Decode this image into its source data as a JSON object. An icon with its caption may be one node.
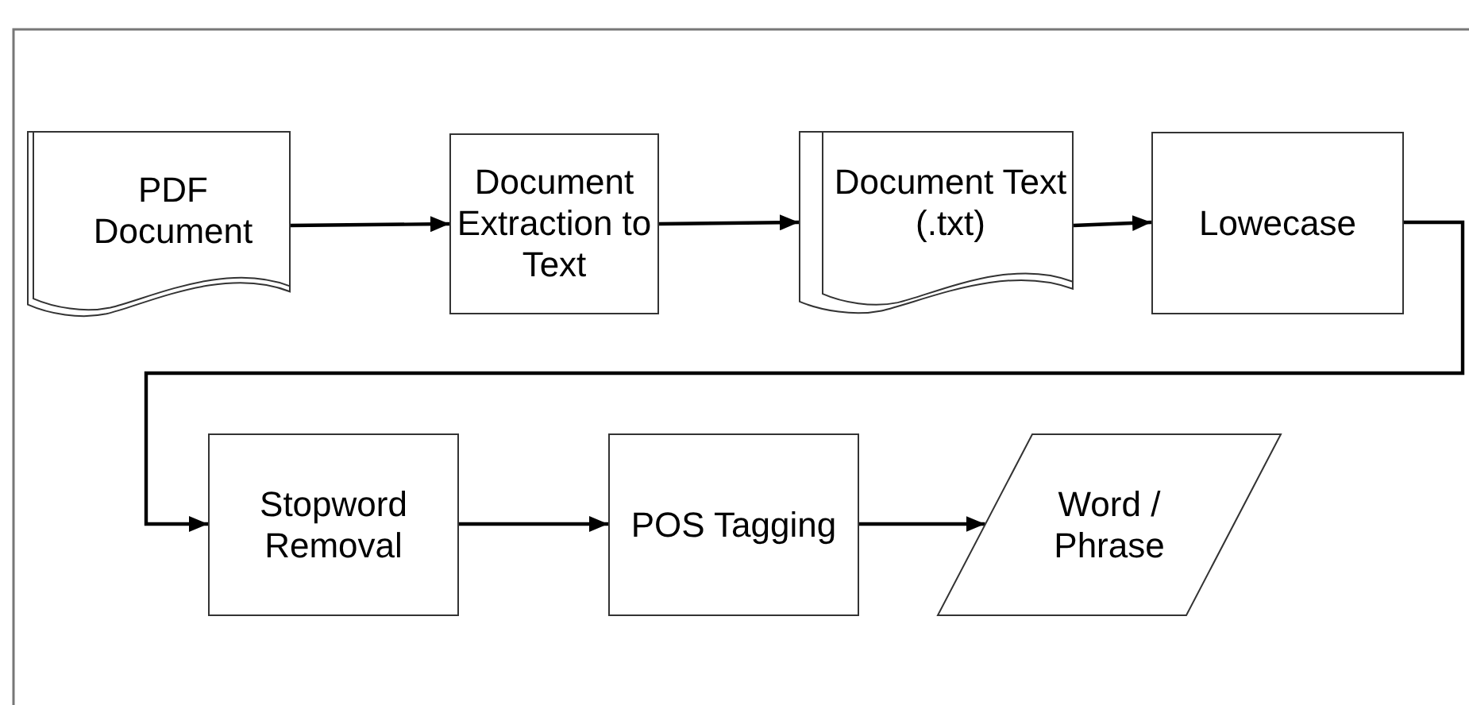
{
  "diagram": {
    "nodes": [
      {
        "text": [
          "PDF Document"
        ]
      },
      {
        "text": [
          "Document Extraction to Text"
        ]
      },
      {
        "text": [
          "Document Text (.txt)"
        ]
      },
      {
        "text": [
          "Lowecase"
        ]
      },
      {
        "text": [
          "Stopword Removal"
        ]
      },
      {
        "text": [
          "POS Tagging"
        ]
      },
      {
        "text": [
          "Word / Phrase"
        ]
      }
    ],
    "edges": [
      {
        "from": 0,
        "to": 1,
        "arrow": "to"
      },
      {
        "from": 1,
        "to": 2,
        "arrow": "to"
      },
      {
        "from": 2,
        "to": 3,
        "arrow": "to"
      },
      {
        "from": 3,
        "to": 4,
        "arrow": "to"
      },
      {
        "from": 4,
        "to": 5,
        "arrow": "to"
      },
      {
        "from": 5,
        "to": 6,
        "arrow": "to"
      }
    ]
  }
}
